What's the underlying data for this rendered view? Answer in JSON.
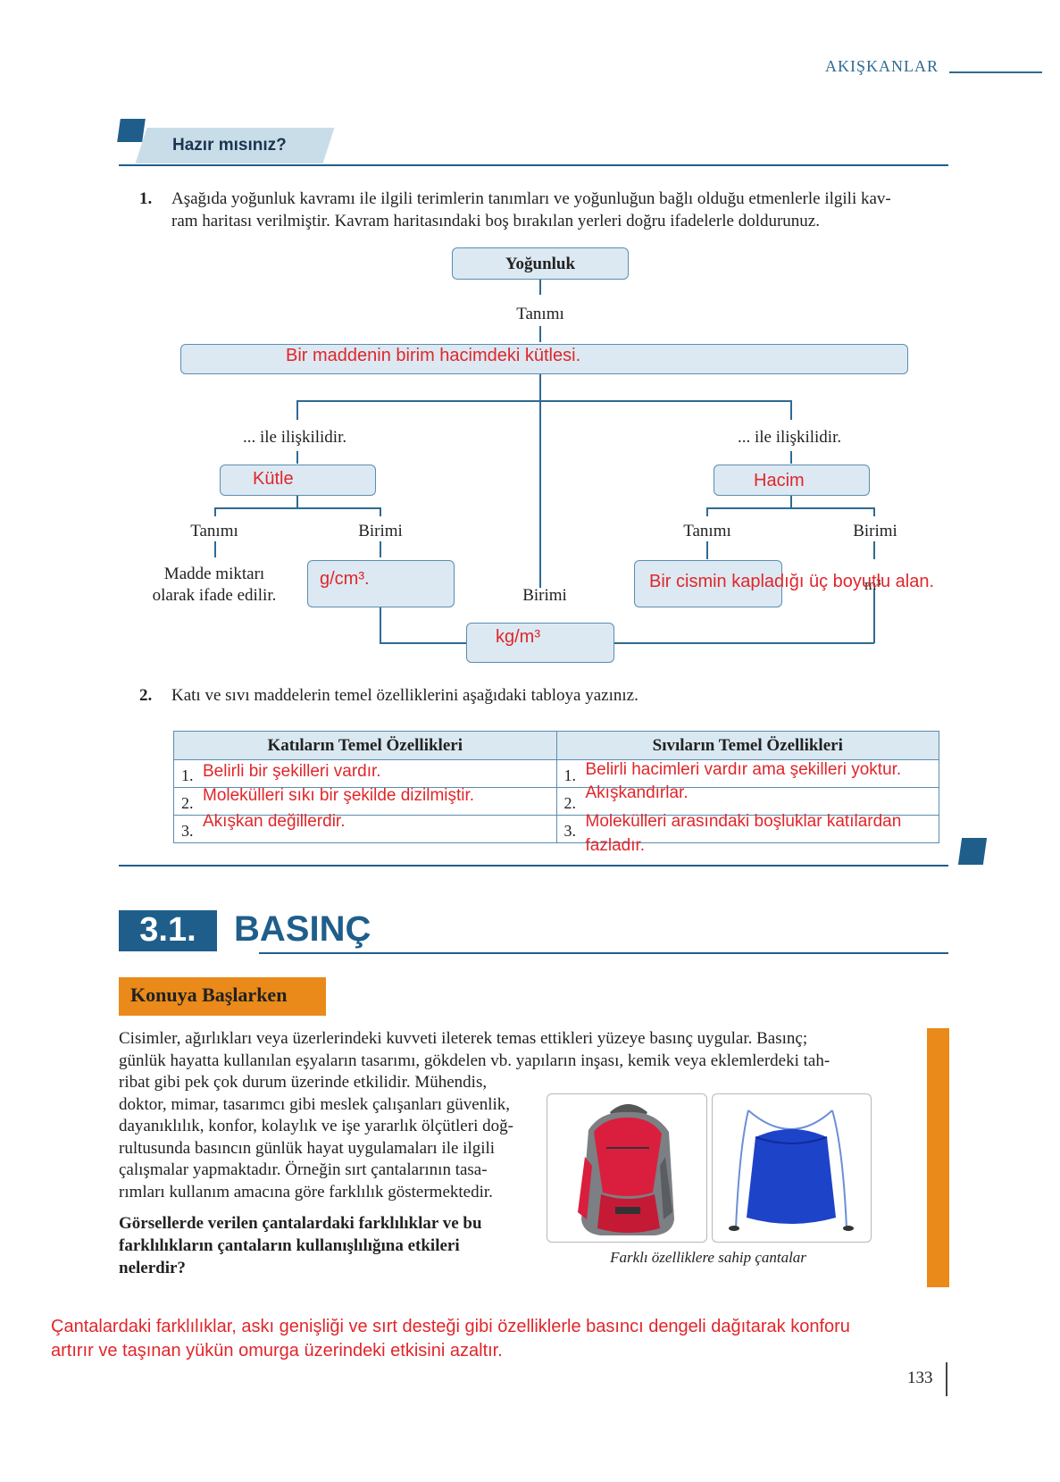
{
  "header": {
    "chapter_title": "AKIŞKANLAR",
    "colors": {
      "primary": "#1f5e8a",
      "orange": "#e98a1a",
      "answer_red": "#e0262b"
    }
  },
  "ready": {
    "label": "Hazır mısınız?"
  },
  "q1": {
    "number": "1.",
    "text_line1": "Aşağıda yoğunluk kavramı ile ilgili terimlerin tanımları ve yoğunluğun bağlı olduğu etmenlerle ilgili kav-",
    "text_line2": "ram haritası verilmiştir. Kavram haritasındaki boş bırakılan yerleri doğru ifadelerle doldurunuz."
  },
  "map": {
    "root": "Yoğunluk",
    "root_def_label": "Tanımı",
    "root_def_answer": "Bir maddenin birim hacimdeki kütlesi.",
    "left_related": "... ile ilişkilidir.",
    "right_related": "... ile ilişkilidir.",
    "left_answer": "Kütle",
    "right_answer": "Hacim",
    "left_def_label": "Tanımı",
    "left_unit_label": "Birimi",
    "right_def_label": "Tanımı",
    "right_unit_label": "Birimi",
    "left_def_line1": "Madde miktarı",
    "left_def_line2": "olarak ifade edilir.",
    "left_unit_answer": "g/cm³.",
    "right_def_answer": "Bir cismin kapladığı üç boyutlu alan.",
    "right_unit_text": "m³",
    "center_unit_label": "Birimi",
    "center_unit_answer": "kg/m³"
  },
  "q2": {
    "number": "2.",
    "text": "Katı ve sıvı maddelerin temel özelliklerini aşağıdaki tabloya yazınız.",
    "headers": [
      "Katıların Temel Özellikleri",
      "Sıvıların Temel Özellikleri"
    ],
    "row_numbers": [
      "1.",
      "2.",
      "3."
    ],
    "solid_answers": [
      "Belirli bir şekilleri vardır.",
      "Molekülleri sıkı bir şekilde dizilmiştir.",
      "Akışkan değillerdir."
    ],
    "liquid_answers": [
      "Belirli hacimleri vardır ama şekilleri yoktur.",
      "Akışkandırlar.",
      "Molekülleri arasındaki boşluklar katılardan fazladır."
    ]
  },
  "section": {
    "number": "3.1.",
    "title": "BASINÇ"
  },
  "intro": {
    "label": "Konuya Başlarken",
    "para_full_1": "Cisimler, ağırlıkları veya üzerlerindeki kuvveti ileterek temas ettikleri yüzeye basınç uygular. Basınç;",
    "para_full_2": "günlük hayatta kullanılan eşyaların tasarımı, gökdelen vb. yapıların inşası, kemik veya eklemlerdeki tah-",
    "para_lines": [
      "ribat gibi pek çok durum üzerinde etkilidir. Mühendis,",
      "doktor, mimar, tasarımcı gibi meslek çalışanları güvenlik,",
      "dayanıklılık, konfor, kolaylık ve işe yararlık ölçütleri doğ-",
      "rultusunda basıncın günlük hayat uygulamaları ile ilgili",
      "çalışmalar yapmaktadır. Örneğin sırt çantalarının tasa-",
      "rımları kullanım amacına göre farklılık göstermektedir."
    ],
    "question_lines": [
      "Görsellerde verilen çantalardaki farklılıklar ve bu",
      "farklılıkların çantaların kullanışlılığına etkileri",
      "nelerdir?"
    ],
    "caption": "Farklı özelliklere sahip çantalar"
  },
  "answer": {
    "line1": "Çantalardaki farklılıklar, askı genişliği ve sırt desteği gibi özelliklerle basıncı dengeli dağıtarak konforu",
    "line2": "artırır ve taşınan yükün omurga üzerindeki etkisini azaltır."
  },
  "page_number": "133"
}
